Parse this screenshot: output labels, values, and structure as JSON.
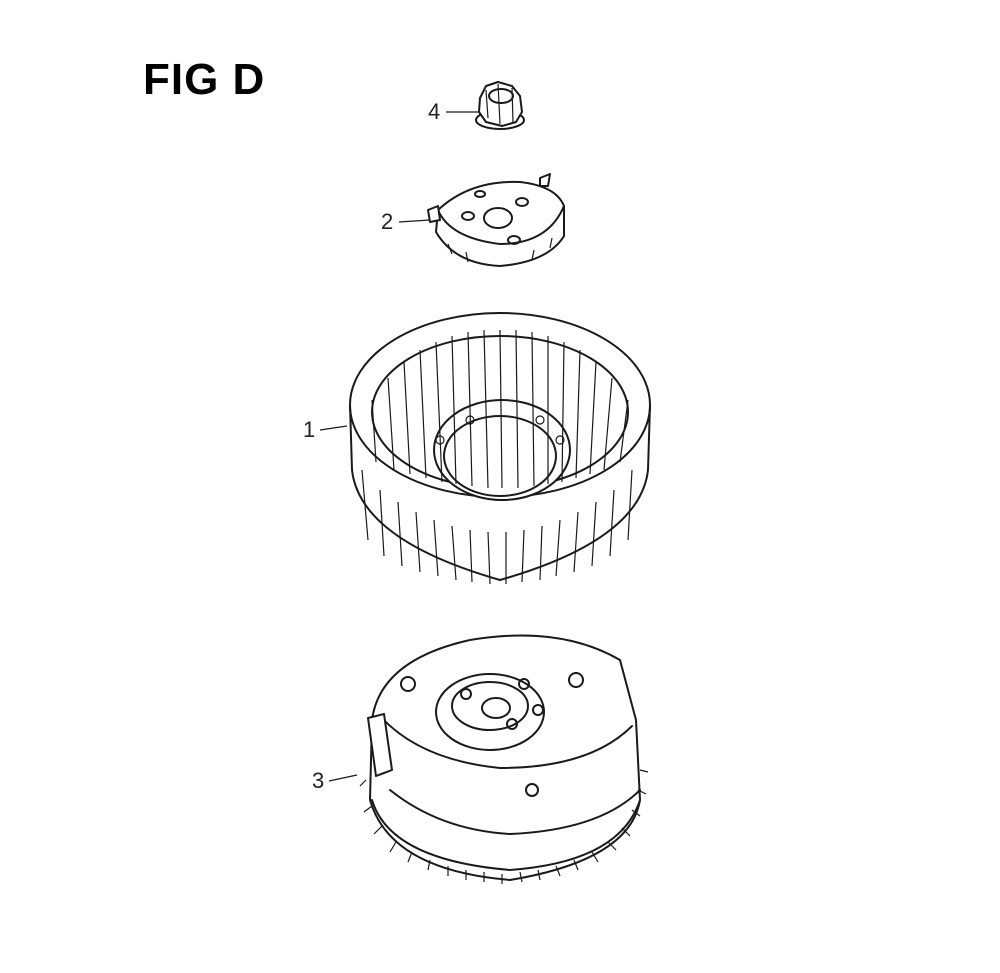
{
  "figure": {
    "title": "FIG D"
  },
  "callouts": [
    {
      "number": "4",
      "part": "nut"
    },
    {
      "number": "2",
      "part": "hub-plate"
    },
    {
      "number": "1",
      "part": "flywheel-fan"
    },
    {
      "number": "3",
      "part": "flywheel-ring-gear"
    }
  ],
  "colors": {
    "line": "#1a1a1a",
    "background": "#ffffff"
  }
}
